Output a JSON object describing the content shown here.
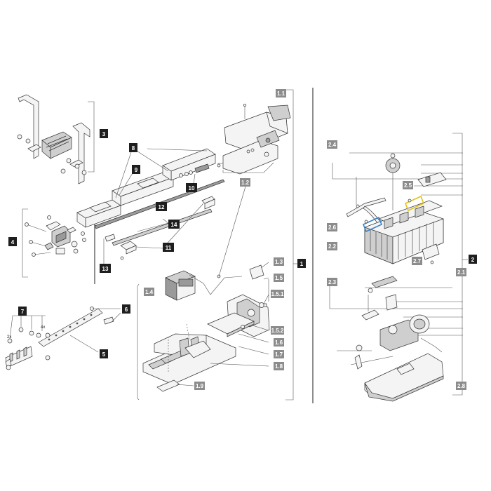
{
  "colors": {
    "label_dark": "#1e1e1e",
    "label_grey": "#8c8c8c",
    "label_text": "#ffffff",
    "highlight_blue": "#3a84c9",
    "highlight_yellow": "#e3c21b"
  },
  "labels": {
    "l1": "1",
    "l1_1": "1.1",
    "l1_2": "1.2",
    "l1_3": "1.3",
    "l1_4": "1.4",
    "l1_5": "1.5",
    "l1_5_1": "1.5.1",
    "l1_5_2": "1.5.2",
    "l1_6": "1.6",
    "l1_7": "1.7",
    "l1_8": "1.8",
    "l1_9": "1.9",
    "l2": "2",
    "l2_1": "2.1",
    "l2_2": "2.2",
    "l2_3": "2.3",
    "l2_4": "2.4",
    "l2_5": "2.5",
    "l2_6": "2.6",
    "l2_7": "2.7",
    "l2_8": "2.8",
    "l3": "3",
    "l4": "4",
    "l5": "5",
    "l6": "6",
    "l7": "7",
    "l8": "8",
    "l9": "9",
    "l10": "10",
    "l11": "11",
    "l12": "12",
    "l13": "13",
    "l14": "14"
  },
  "annotations": {
    "qty_2x": "2x",
    "qty_4x": "4x"
  }
}
